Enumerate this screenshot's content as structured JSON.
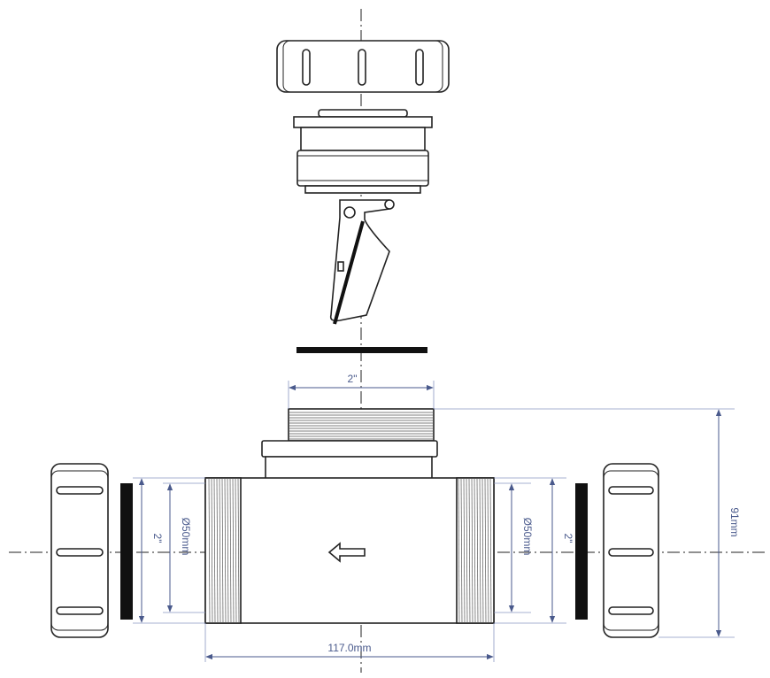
{
  "dimensions": {
    "top_thread": "2\"",
    "height": "91mm",
    "length": "117.0mm",
    "left_diameter": "Ø50mm",
    "left_thread": "2\"",
    "right_diameter": "Ø50mm",
    "right_thread": "2\""
  },
  "colors": {
    "line": "#222222",
    "dimension": "#4a5a8c",
    "gasket": "#111111"
  }
}
